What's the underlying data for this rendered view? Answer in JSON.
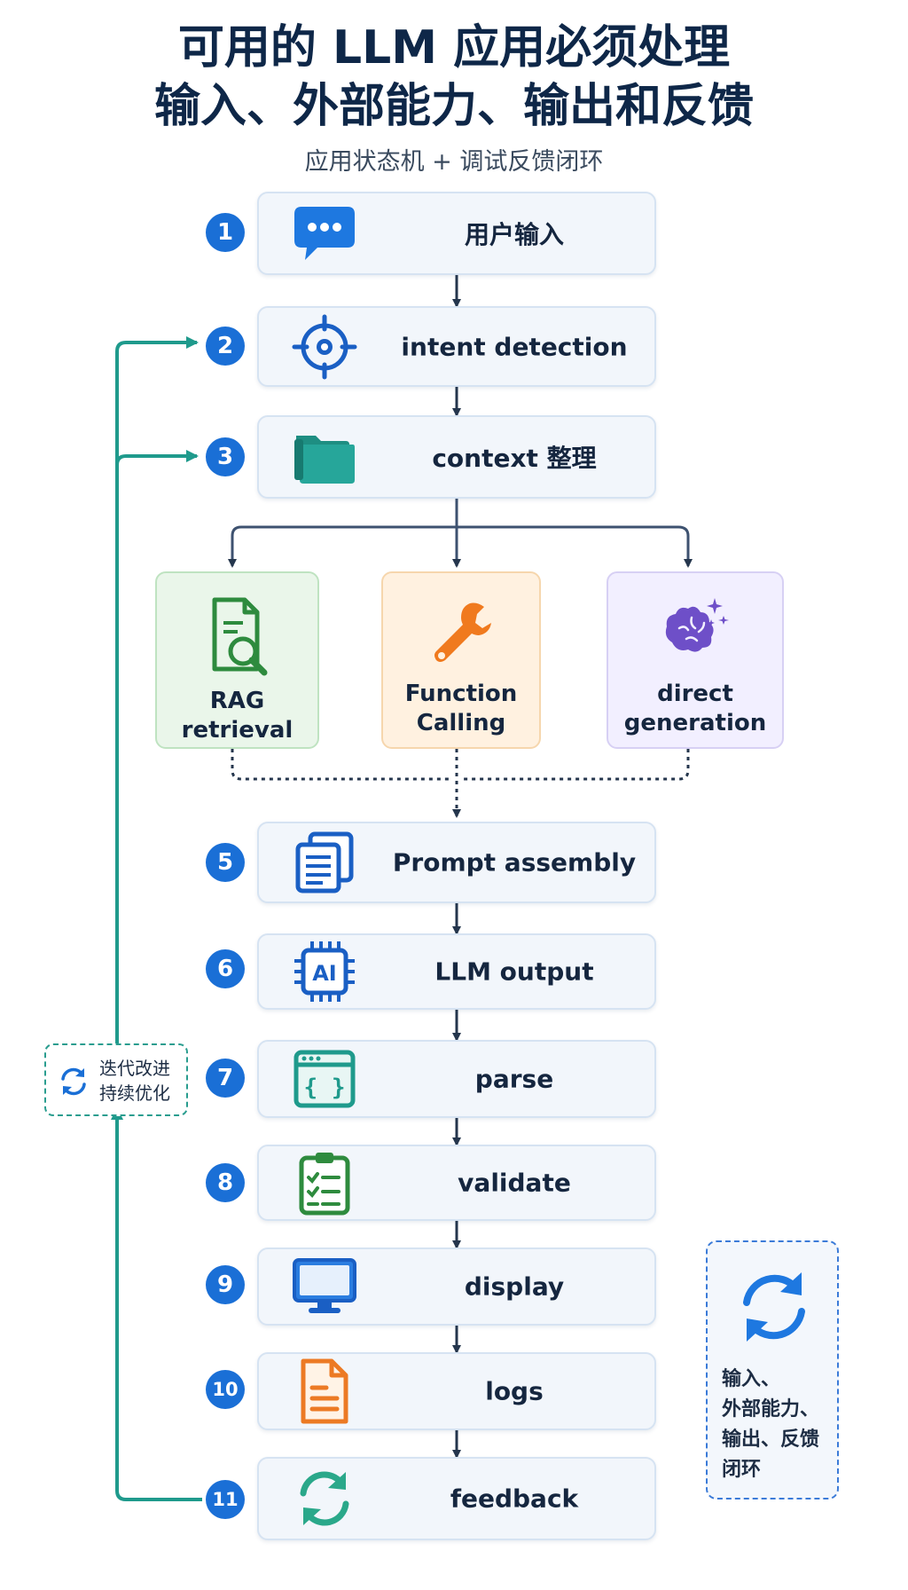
{
  "title": {
    "line1": "可用的 LLM 应用必须处理",
    "line2": "输入、外部能力、输出和反馈"
  },
  "subtitle": "应用状态机 + 调试反馈闭环",
  "steps": [
    {
      "num": "1",
      "label": "用户输入",
      "icon": "chat-bubble-icon"
    },
    {
      "num": "2",
      "label": "intent detection",
      "icon": "target-icon"
    },
    {
      "num": "3",
      "label": "context 整理",
      "icon": "folder-icon"
    },
    {
      "num": "5",
      "label": "Prompt assembly",
      "icon": "documents-icon"
    },
    {
      "num": "6",
      "label": "LLM output",
      "icon": "ai-chip-icon"
    },
    {
      "num": "7",
      "label": "parse",
      "icon": "code-window-icon"
    },
    {
      "num": "8",
      "label": "validate",
      "icon": "checklist-icon"
    },
    {
      "num": "9",
      "label": "display",
      "icon": "monitor-icon"
    },
    {
      "num": "10",
      "label": "logs",
      "icon": "log-file-icon"
    },
    {
      "num": "11",
      "label": "feedback",
      "icon": "refresh-icon"
    }
  ],
  "branches": [
    {
      "label": "RAG retrieval",
      "icon": "document-search-icon"
    },
    {
      "label": "Function\nCalling",
      "icon": "wrench-icon"
    },
    {
      "label": "direct\ngeneration",
      "icon": "brain-sparkle-icon"
    }
  ],
  "loop_note": {
    "line1": "迭代改进",
    "line2": "持续优化"
  },
  "side_note": {
    "line1": "输入、",
    "line2": "外部能力、",
    "line3": "输出、反馈",
    "line4": "闭环"
  },
  "colors": {
    "step_number": "#1a6fd6",
    "loop_line": "#1f9a8c",
    "arrow": "#25364d",
    "rag_border": "#bfe3c1",
    "function_border": "#f6d6ad",
    "generation_border": "#d7d0f4"
  }
}
